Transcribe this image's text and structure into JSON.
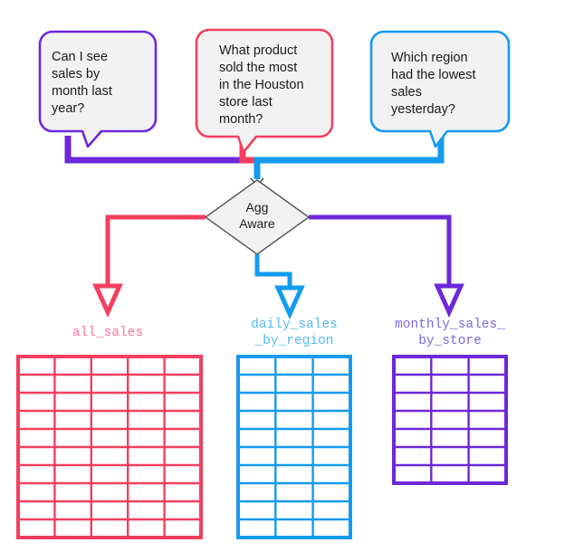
{
  "diagram": {
    "title": "Agg Aware query routing diagram",
    "colors": {
      "purple": "#6D28D9",
      "pink": "#F43F5E",
      "blue": "#139BEF",
      "bubble_fill": "#F2F2F2",
      "diamond_fill": "#F2F2F2",
      "diamond_stroke": "#555555",
      "text": "#1b1b1b",
      "background": "#FFFFFF"
    },
    "questions": [
      {
        "id": "question-month-sales",
        "text": "Can I see\nsales by\nmonth last\nyear?",
        "color": "#6D28D9"
      },
      {
        "id": "question-houston-product",
        "text": "What product\nsold the most\nin the Houston\nstore last\nmonth?",
        "color": "#F43F5E"
      },
      {
        "id": "question-lowest-region",
        "text": "Which region\nhad the lowest\nsales\nyesterday?",
        "color": "#139BEF"
      }
    ],
    "router": {
      "id": "agg-aware-node",
      "label": "Agg\nAware",
      "shape": "diamond"
    },
    "tables": [
      {
        "id": "table-all-sales",
        "label": "all_sales",
        "color": "#F43F5E",
        "columns": 5,
        "rows": 10
      },
      {
        "id": "table-daily-sales-by-region",
        "label": "daily_sales\n_by_region",
        "color": "#139BEF",
        "columns": 3,
        "rows": 10
      },
      {
        "id": "table-monthly-sales-by-store",
        "label": "monthly_sales_\nby_store",
        "color": "#6D28D9",
        "columns": 3,
        "rows": 7
      }
    ]
  }
}
